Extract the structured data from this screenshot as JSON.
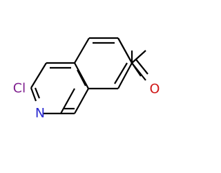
{
  "molecule": {
    "atoms": {
      "chlorine": {
        "symbol": "Cl",
        "color": "#7f1f8f"
      },
      "nitrogen": {
        "symbol": "N",
        "color": "#2929d0"
      },
      "oxygen": {
        "symbol": "O",
        "color": "#d01818"
      }
    },
    "bond_color": "#000000"
  }
}
